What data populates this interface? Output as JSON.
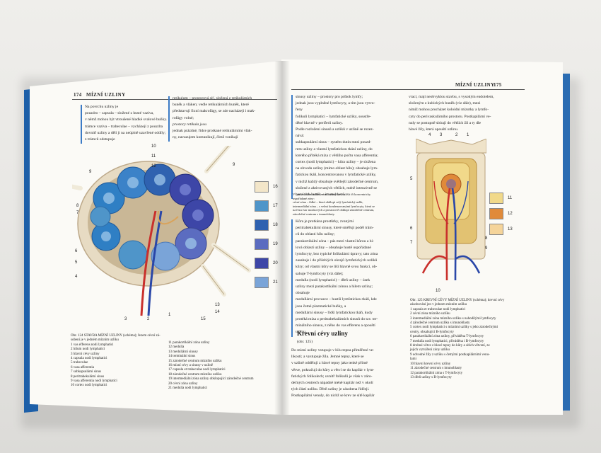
{
  "left_page": {
    "page_number": "174",
    "running_head": "MÍZNÍ UZLINY",
    "col1": [
      "Na povrchu uzliny je",
      "pouzdro – capsula – složené z husté vaziva,",
      "v němž mohou být vtroušené hladké svalové buňky.",
      "trámce vaziva – trabeculae – vycházejí z pouzdra",
      "dovnitř uzliny a dělí ji na neúplně uzavřené oddíly;",
      "z trámců odstupuje"
    ],
    "col2": [
      "retikulum – prostorová síť, složená z retikulárních",
      "buněk a vláken; vedle retikulárních buněk, které",
      "představují fixní makrofágy, se zde nacházejí i mak-",
      "rofágy volné;",
      "prostory retikula jsou",
      "jednak prázdné, řídce protkané retikulárními vlák-",
      "ny, navazujem komunikují, čímž vznikají"
    ],
    "fig_caption_title": "Obr. 124 STAVBA MÍZNÍ UZLINY (schéma); řezem cévní zá-",
    "fig_caption_lines_a": [
      "sobení je v jedném mízním uzlíku",
      "1 vas efferens nodi lymphatici",
      "2 hilum nodi lymphatici",
      "3 hlavní cévy uzliny",
      "4 capsula nodi lymphatici",
      "5 trabeculae",
      "6 vasa afferentia",
      "7 subkapsulární sinus",
      "8 peritrabekulární sinus",
      "9 vasa afferentia nodi lymphatici",
      "10 cortex nodi lymphatici"
    ],
    "fig_caption_lines_b": [
      "11 parakortikální zóna uzliny",
      "12 medulla",
      "13 medullární sinusy",
      "14 terminální sinus",
      "15 zárodečné centrum mízního uzlíku",
      "16 mízní cévy a sinusy v uzlině",
      "17 capsula et trabeculae nodi lymphatici",
      "18 zárodečné centrum mízního uzlíku",
      "19 intermediální zóna uzliny obklopující zárodečné centrum",
      "20 cévní zóna uzliny",
      "21 medulla nodi lymphatici"
    ],
    "legend": [
      {
        "num": "16",
        "color": "#f3e6c9"
      },
      {
        "num": "17",
        "color": "#4f95c9"
      },
      {
        "num": "18",
        "color": "#2f62b0"
      },
      {
        "num": "19",
        "color": "#5b6cc0"
      },
      {
        "num": "20",
        "color": "#3d46a7"
      },
      {
        "num": "21",
        "color": "#7aa4d8"
      }
    ],
    "fig_labels": [
      "10",
      "11",
      "12",
      "9",
      "9",
      "8",
      "7",
      "6",
      "5",
      "4",
      "3",
      "2",
      "1",
      "15",
      "14",
      "13"
    ]
  },
  "right_page": {
    "running_head": "MÍZNÍ UZLINY",
    "page_number": "175",
    "col1": [
      "sinusy uzliny – prostory pro průtok lymfy;",
      "jednak jsou vyplněné lymfocyty, a tím jsou vytvo-",
      "řeny",
      "folikuli lymphatici – lymfatické uzlíky, soustře-",
      "děné hlavně v periferii uzliny.",
      "Podle rozložení sinusů a uzlíků v uzlině se rozez-",
      "nává:",
      "subkapsulární sinus – systém dutin mezi pouzd-",
      "rem uzliny a vlastní lymfatickou tkání uzliny, do",
      "kterého přitéká míza z většího počtu vasa afferentia;",
      "cortex (nodi lymphatici) – kůra uzliny – je složena",
      "na obvodu uzliny (mimo oblast hilu); obsahuje lym-",
      "fatickou tkáň, koncentrovanou v lymfatické uzlíky,",
      "v nichž každý obsahuje světlejší zárodečné centrum,",
      "složené z aktivovaných větších, méně intenzivně se",
      "barvících buněk – imunoblastů."
    ],
    "small_note": [
      "V lymfatickém uzlíku mízní uzliny lze rozlišit tři koncentricky",
      "uspořádané zóny:",
      "cévní zóna – řídké – která obklopí celý lymfatický uzlík,",
      "intermediální zóna – s velmi kondenzovanými lymfocyty, která se",
      "na řezu tvar mozkových a prostorově obklopí zárodečné centrum,",
      "zárodečné centrum s imunoblasty."
    ],
    "col1b": [
      "Kůra je protkána prostůrky, zvanými",
      "peritrabekulární sinusy, které směřují podél trám-",
      "ců do oblasti hilu uzliny;",
      "parakortikální zóna – pás mezi vlastní kůrou a hi-",
      "lová oblastí uzliny – obsahuje hustě uspořádané",
      "lymfocyty, bez typické folikulární úpravy; tato zóna",
      "zasahuje i do přilehlých okrajů lymfatických uzlíků",
      "kůry; od vlastní kůry se liší hlavně svou funkcí, ob-",
      "sahuje T-lymfocyty (viz dále);",
      "medulla (nodi lymphatici) – dřeň uzliny – úsek",
      "uzliny mezi parakortikální zónou a hilem uzliny;",
      "obsahuje",
      "medullární provazce – hustší lymfatickou tkáň, kde",
      "jsou četné plazmatické buňky, a",
      "medullární sinusy – řidší lymfatickou tkáň, kudy",
      "protéká míza z peritrabekulárních sinusů do tzv. ter-",
      "minálního sinusu, z něho do vas efferens a opouští",
      "uzlinu."
    ],
    "section_title": "Krevní cévy uzliny",
    "section_ref": "(obr. 125)",
    "section_text": [
      "Do mízní uzliny vstupuje v hilu tepna přiměřené ve-",
      "likosti; a vystupuje žíla. Jemné tepny, které se",
      "v uzlině oddělují z hlavé tepny jako tenké přímé",
      "větve, pokračují do kůry a větví se do kapilár v lym-",
      "fatických folikulech; uvnitř folikulů je však v záro-",
      "dečných centrech nápadně méně kapilár než v okolí",
      "tých částí uzlíku. Dřeň uzliny je zásobena řidčeji.",
      "Postkapilární venuly, do nichž se krev ze sítě kapilár"
    ],
    "col2": [
      "vrací, mají neobvyklou stavbu, s vysokým endotelem,",
      "složeným z kubických buněk (viz dále), mezi",
      "nimiž mohou procházet koloidní mízotky a lymfo-",
      "cyty do perivaskulárního prostoru. Postkapilární ve-",
      "nuly se postupně sbírají do větších žil a ty dle",
      "hlavé žíly, která opouští uzlinu."
    ],
    "fig_labels_top": [
      "4",
      "3",
      "2",
      "1"
    ],
    "fig_labels_side": [
      "5",
      "6",
      "7",
      "8",
      "9",
      "10"
    ],
    "legend": [
      {
        "num": "11",
        "color": "#f1d98a"
      },
      {
        "num": "12",
        "color": "#e08a3a"
      },
      {
        "num": "13",
        "color": "#f5d49a"
      }
    ],
    "fig_caption_title": "Obr. 125 KREVNÍ CÉVY MÍZNÍ UZLINY (schéma); krevní cévy",
    "fig_caption_lines": [
      "zásobování jen v jednom mízním uzlíku",
      "1 capsula et trabeculae nodi lymphatici",
      "2 cévní zóna mízního uzlíku",
      "3 intermediální zóna mízního uzlíku s nahodilými lymfocyty",
      "4 zárodečné centrum uzlíku s imunoblasty",
      "5 cortex nodi lymphatici s mízními uzlíky s jeho zárodečnými",
      "   centry, obsahující B-lymfocyty",
      "6 parakortikální zóna uzliny, přiváděna T-lymfocyty",
      "7 medulla nodi lymphatici, přiváděna i B-lymfocyty",
      "8 drobné větve z hlavé tepny do kůry a sítích větvení, ze",
      "   jejich vytváření zóny uzlíku",
      "9 odvodné žíly z uzlíku s četnými postkapilárními venu-",
      "   lami",
      "10 hlavní krevní cévy uzliny",
      "11 zárodečné centrum s imunoblasty",
      "12 parakortikální zóna s T-lymfocyty",
      "13 dřeň uzliny s B-lymfocyty"
    ]
  }
}
